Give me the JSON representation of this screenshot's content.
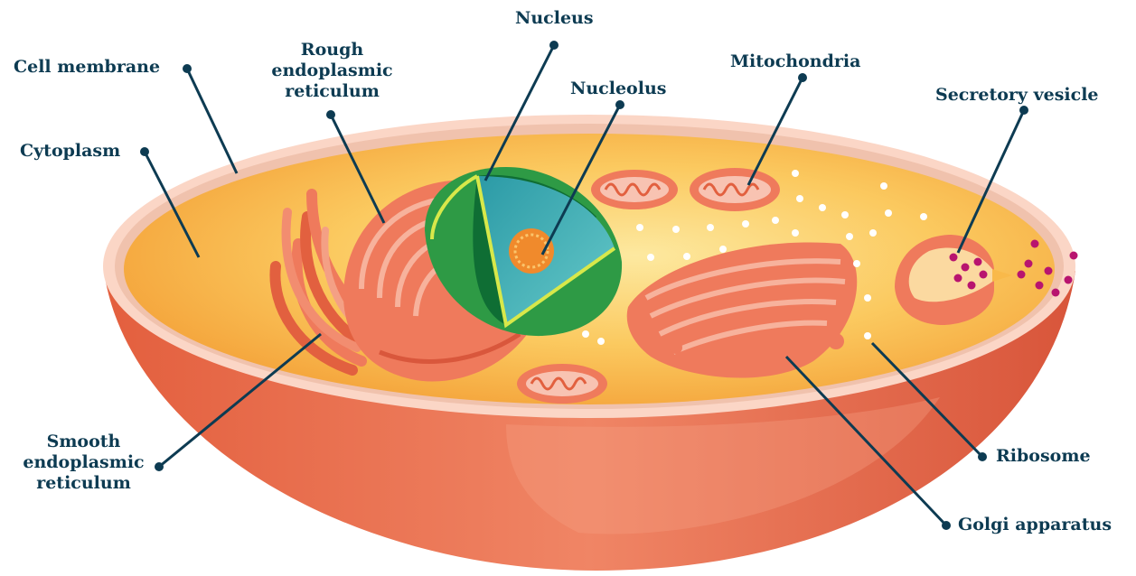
{
  "labels": {
    "cell_membrane": "Cell membrane",
    "cytoplasm": "Cytoplasm",
    "rough_er": [
      "Rough",
      "endoplasmic",
      "reticulum"
    ],
    "nucleus": "Nucleus",
    "nucleolus": "Nucleolus",
    "mitochondria": "Mitochondria",
    "secretory_vesicle": "Secretory vesicle",
    "smooth_er": [
      "Smooth",
      "endoplasmic",
      "reticulum"
    ],
    "ribosome": "Ribosome",
    "golgi": "Golgi apparatus"
  },
  "colors": {
    "label_text": "#0d3b52",
    "leader_line": "#0d3b52",
    "membrane_outer": "#e8704f",
    "membrane_rim": "#fbd3c2",
    "cytoplasm": "#f9b94a",
    "organelle": "#ef7a5c",
    "nucleus_shell": "#2e9a45",
    "nucleus_inner": "#47b8bf",
    "nucleolus": "#f08a2c",
    "vesicle_dots": "#b8146f",
    "ribosome_dots": "#ffffff"
  }
}
